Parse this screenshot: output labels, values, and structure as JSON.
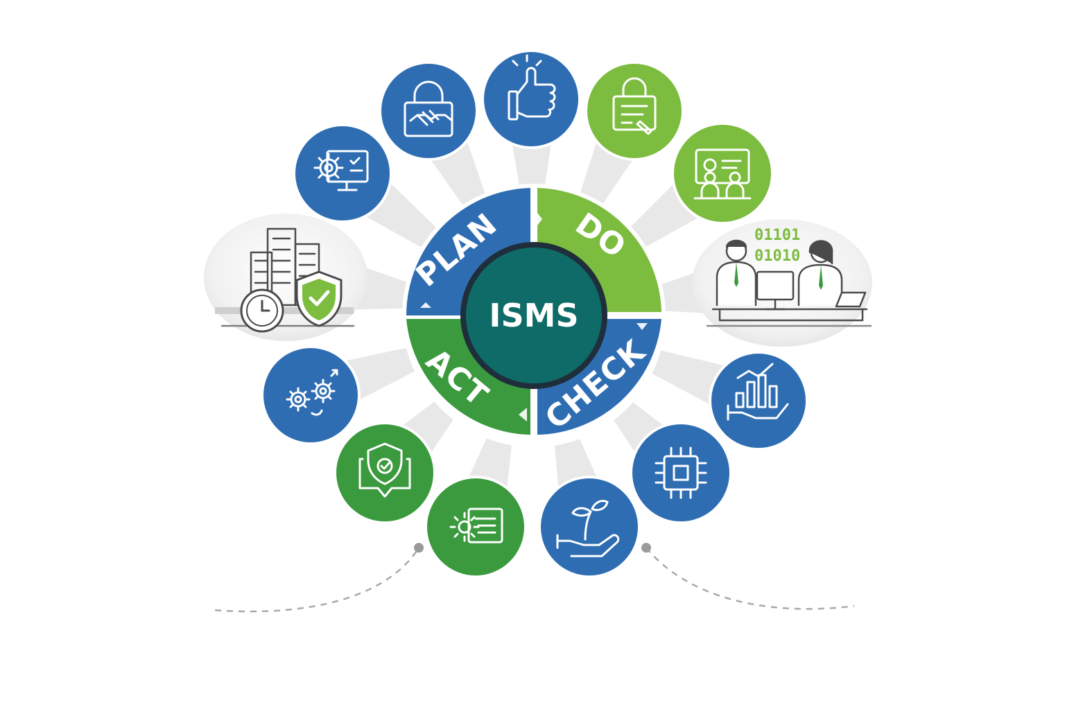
{
  "diagram": {
    "center_label": "ISMS",
    "segments": [
      {
        "key": "plan",
        "label": "PLAN"
      },
      {
        "key": "do",
        "label": "DO"
      },
      {
        "key": "check",
        "label": "CHECK"
      },
      {
        "key": "act",
        "label": "ACT"
      }
    ],
    "binary_lines": [
      "01101",
      "01010"
    ],
    "nodes": [
      {
        "icon": "lock-handshake-icon"
      },
      {
        "icon": "thumbs-up-icon"
      },
      {
        "icon": "lock-document-icon"
      },
      {
        "icon": "presentation-meeting-icon"
      },
      {
        "icon": "operators-binary-illustration"
      },
      {
        "icon": "hand-growth-chart-icon"
      },
      {
        "icon": "microchip-icon"
      },
      {
        "icon": "hand-seedling-icon"
      },
      {
        "icon": "gear-document-icon"
      },
      {
        "icon": "shield-chat-icon"
      },
      {
        "icon": "gears-cycle-icon"
      },
      {
        "icon": "buildings-clock-shield-illustration"
      },
      {
        "icon": "gear-monitor-checklist-icon"
      }
    ]
  },
  "colors": {
    "blue": "#2f6db3",
    "green_light": "#7cbc3f",
    "green_dark": "#3b9a3e",
    "center_teal": "#0f6b68",
    "ring_dark": "#1e2e3a",
    "connector_grey": "#dcdcdc",
    "dashed_grey": "#a8a8a8"
  }
}
